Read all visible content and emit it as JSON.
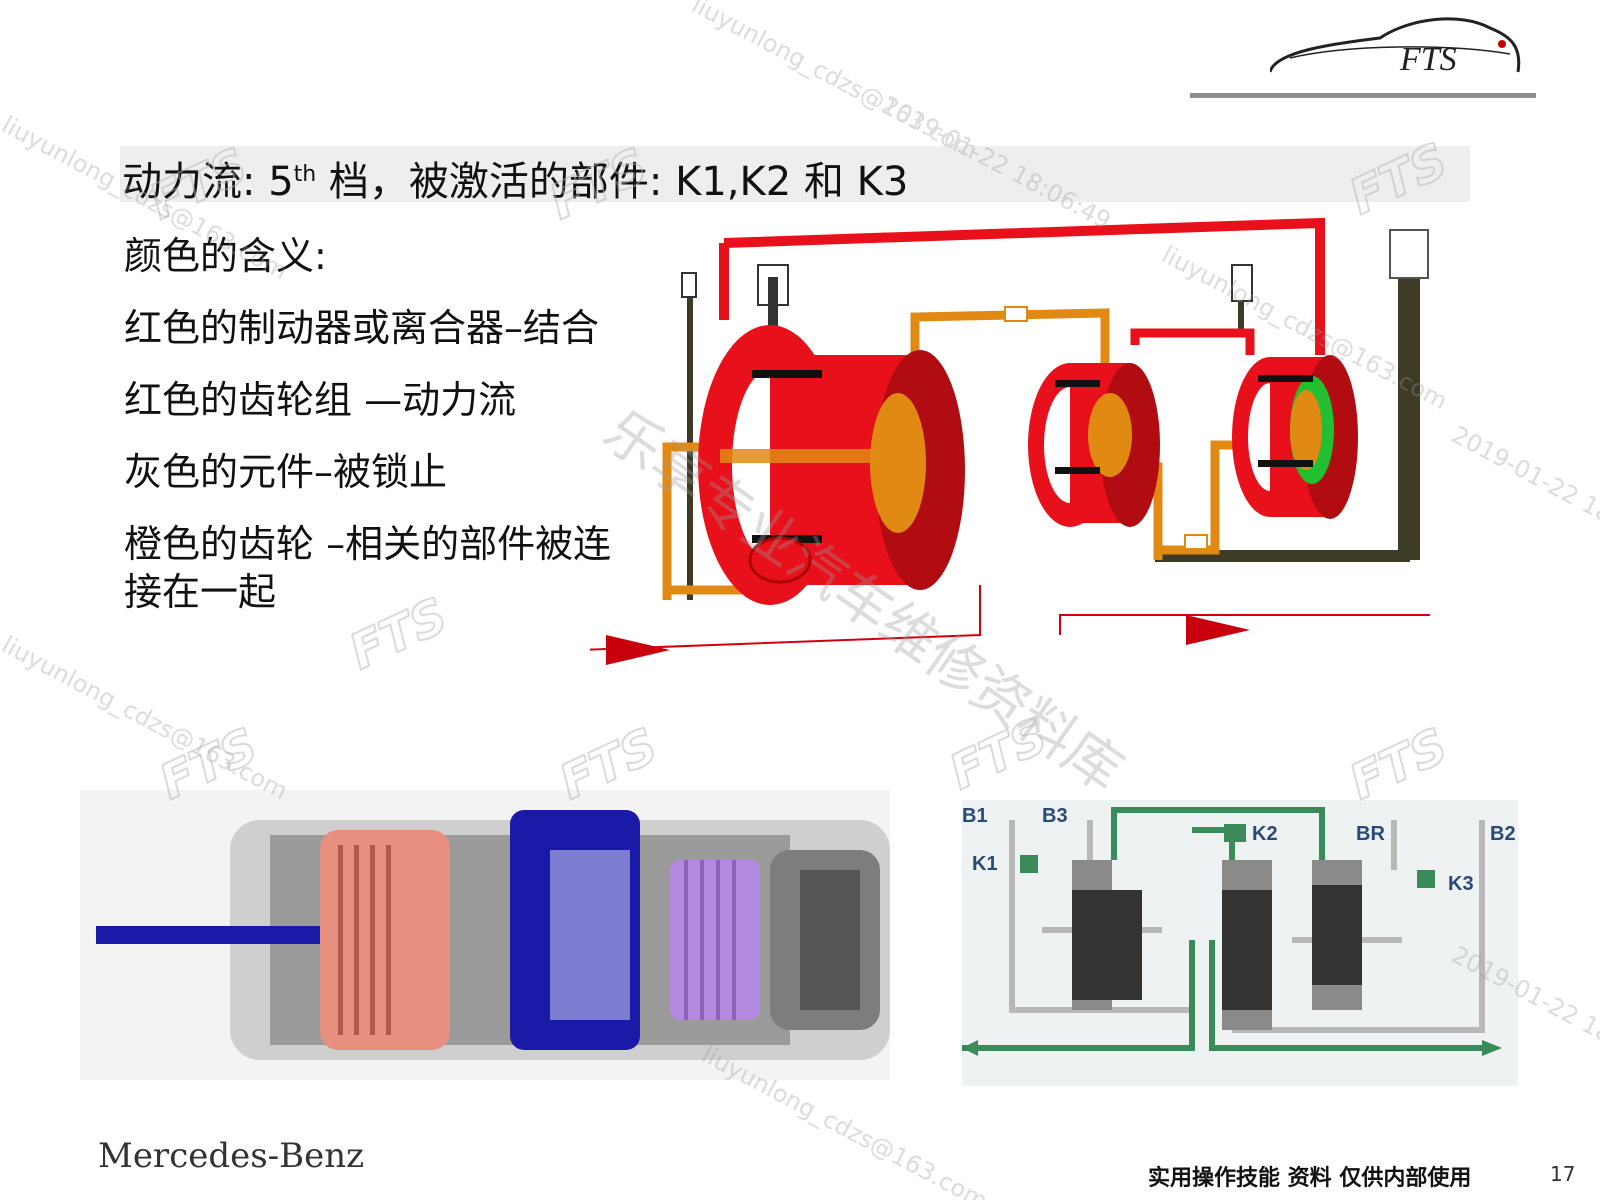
{
  "header": {
    "logo_text": "FTS"
  },
  "title": {
    "prefix": "动力流: 5",
    "superscript": "th",
    "suffix": " 档，被激活的部件: K1,K2 和 K3"
  },
  "legend": {
    "heading": "颜色的含义:",
    "items": [
      "红色的制动器或离合器–结合",
      "红色的齿轮组 —动力流",
      "灰色的元件–被锁止",
      "橙色的齿轮 –相关的部件被连接在一起"
    ]
  },
  "schematic": {
    "labels": [
      "B1",
      "B3",
      "K2",
      "BR",
      "B2",
      "K1",
      "K3"
    ]
  },
  "footer": {
    "brand": "Mercedes-Benz",
    "note": "实用操作技能 资料 仅供内部使用",
    "page": "17"
  },
  "watermark": {
    "center_text": "乐享专业汽车维修资料库",
    "email": "liuyunlong_cdzs@163.com",
    "date": "2019-01-22 18:06:49",
    "tag": "FTS"
  },
  "colors": {
    "engaged_red": "#e8101a",
    "connected_orange": "#e08a14",
    "locked_dark": "#3d3a25",
    "flow_green": "#3a8a5a",
    "cutaway_blue": "#1a1aa8",
    "cutaway_purple": "#b48ae0",
    "cutaway_salmon": "#e89080"
  }
}
